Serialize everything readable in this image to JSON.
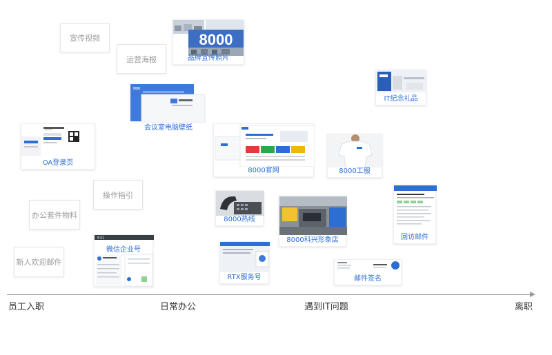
{
  "stages": [
    "员工入职",
    "日常办公",
    "遇到IT问题",
    "离职"
  ],
  "plain_items": [
    "宣传视频",
    "运营海报",
    "操作指引",
    "办公套件物料",
    "新人欢迎邮件"
  ],
  "captions": {
    "brand_photo": "品牌宣传照片",
    "it_gift": "IT纪念礼品",
    "wallpaper": "会议室电脑壁纸",
    "oa_login": "OA登录页",
    "website": "8000官网",
    "uniform": "8000工服",
    "hotline": "8000热线",
    "store": "8000科兴形象店",
    "return_mail": "回访邮件",
    "wechat": "微信企业号",
    "rtx": "RTX服务号",
    "signature": "邮件签名"
  },
  "thumb_text": {
    "brand_number": "8000",
    "oa_account": "Account",
    "wechat_time": "9:41"
  }
}
